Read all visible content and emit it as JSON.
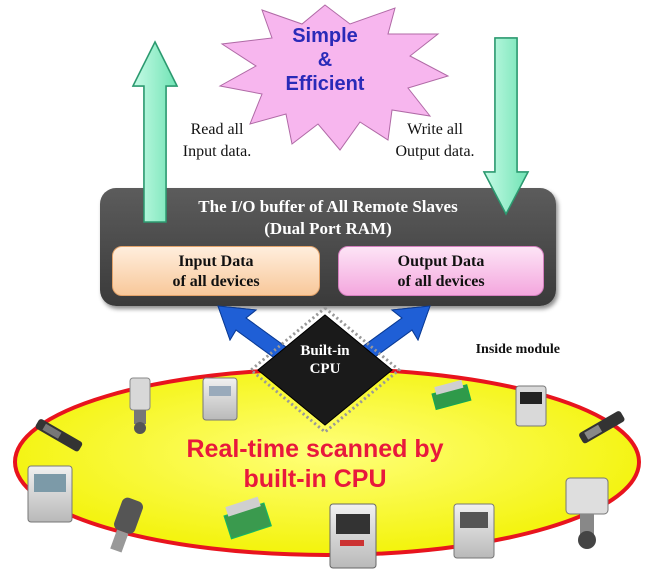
{
  "burst": {
    "line1": "Simple",
    "line2": "&",
    "line3": "Efficient"
  },
  "read_label": {
    "line1": "Read all",
    "line2": "Input data."
  },
  "write_label": {
    "line1": "Write all",
    "line2": "Output data."
  },
  "buffer": {
    "title1": "The I/O buffer of All Remote Slaves",
    "title2": "(Dual Port RAM)"
  },
  "input_box": {
    "line1": "Input Data",
    "line2": "of all devices"
  },
  "output_box": {
    "line1": "Output Data",
    "line2": "of all devices"
  },
  "module_label": "Inside module",
  "cpu": {
    "line1": "Built-in",
    "line2": "CPU"
  },
  "scan_label": {
    "line1": "Real-time scanned by",
    "line2": "built-in CPU"
  },
  "colors": {
    "burst_fill": "#f7b6ee",
    "burst_text": "#2a2ab8",
    "arrow_green": "#9ff0cf",
    "module_bg": "#bfe0f7",
    "buffer_bg": "#4a4a4a",
    "input_box": "#f8c89a",
    "output_box": "#f4a7de",
    "blue_arrow": "#1f5fd6",
    "ring_fill": "#ffff00",
    "ring_stroke": "#e8141e",
    "scan_text": "#e8183c"
  },
  "devices": [
    "sensor-module",
    "pressure-transmitter",
    "io-module-gray",
    "din-rail-terminal",
    "inverter-drive",
    "hmi-controller",
    "valve-actuator",
    "temperature-probe"
  ]
}
